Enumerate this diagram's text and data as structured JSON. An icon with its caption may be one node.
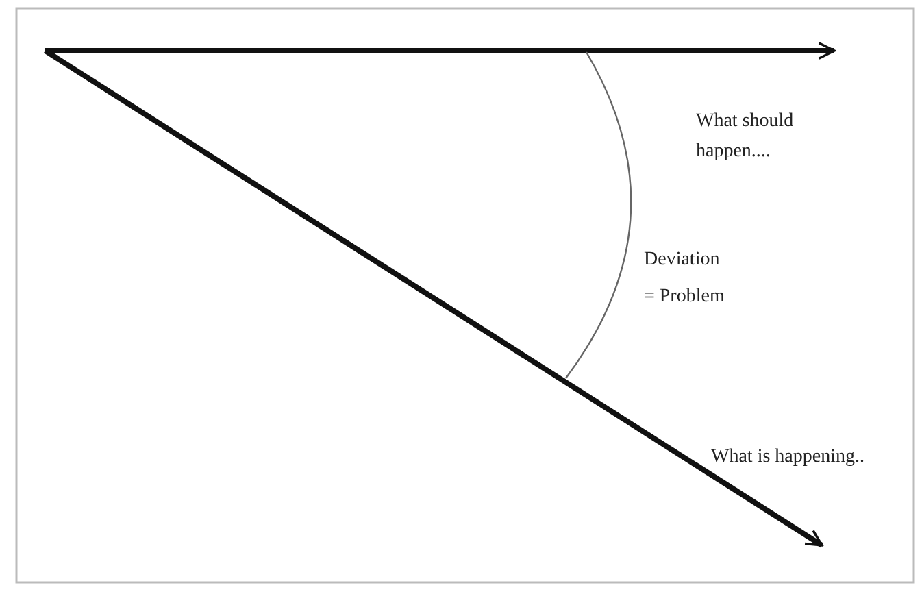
{
  "diagram": {
    "labels": [
      "What should happen....",
      "Deviation = Problem",
      "What is happening.."
    ]
  }
}
